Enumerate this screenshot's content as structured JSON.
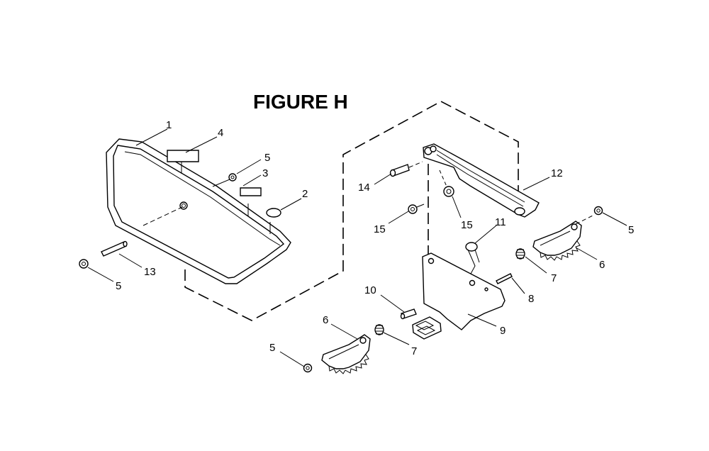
{
  "title": "FIGURE H",
  "labels": {
    "blade_guard": "1",
    "knob": "2",
    "label_small": "3",
    "label_large": "4",
    "washer_guard": "5",
    "washer_right": "5",
    "washer_left_bottom": "5",
    "washer_far_left": "5",
    "pawl_right": "6",
    "pawl_left": "6",
    "spring_right": "7",
    "spring_left": "7",
    "pin": "8",
    "splitter_bracket": "9",
    "pivot_pin": "10",
    "clip": "11",
    "support_arm": "12",
    "guard_pin": "13",
    "screw": "14",
    "spacer_left": "15",
    "spacer_right": "15"
  }
}
